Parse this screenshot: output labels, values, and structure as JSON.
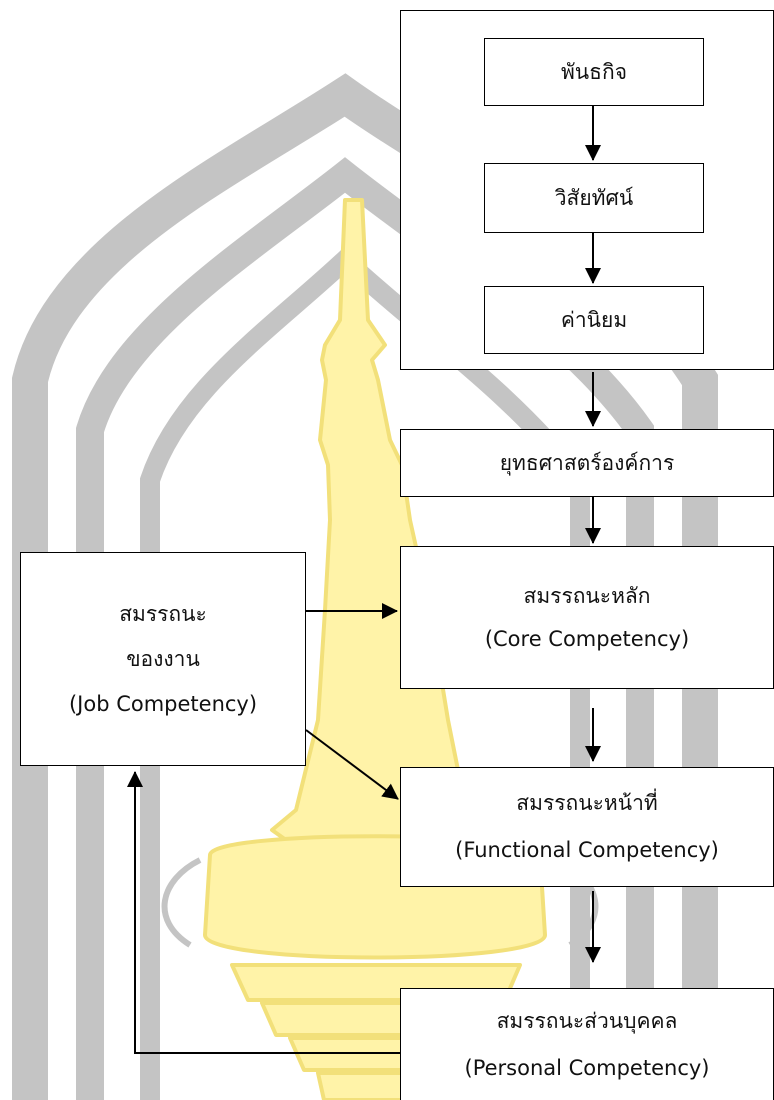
{
  "diagram": {
    "group_nodes": {
      "mission": "พันธกิจ",
      "vision": "วิสัยทัศน์",
      "values": "ค่านิยม"
    },
    "strategy": "ยุทธศาสตร์องค์การ",
    "core_competency": {
      "line1": "สมรรถนะหลัก",
      "line2": "(Core Competency)"
    },
    "functional_competency": {
      "line1": "สมรรถนะหน้าที่",
      "line2": "(Functional Competency)"
    },
    "personal_competency": {
      "line1": "สมรรถนะส่วนบุคคล",
      "line2": "(Personal Competency)"
    },
    "job_competency": {
      "line1": "สมรรถนะ",
      "line2": "ของงาน",
      "line3": "(Job Competency)"
    }
  },
  "colors": {
    "watermark_gray": "#c4c4c4",
    "watermark_yellow": "#fff3a8",
    "watermark_yellow_outline": "#f2e07a",
    "line": "#000000"
  }
}
